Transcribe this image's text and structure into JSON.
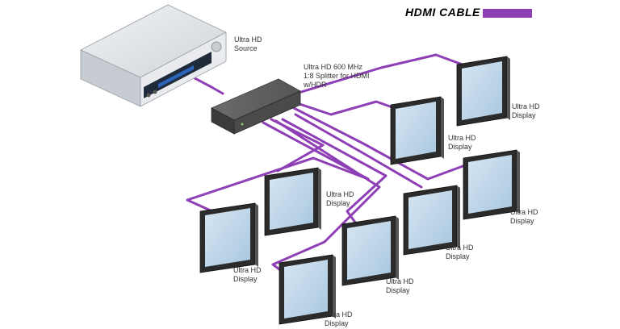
{
  "legend": {
    "title": "HDMI CABLE",
    "color": "#8e3fb5"
  },
  "source": {
    "label": "Ultra HD\nSource"
  },
  "splitter": {
    "label": "Ultra HD 600 MHz\n1:8 Splitter for HDMI\nw/HDR"
  },
  "displays": [
    {
      "label": "Ultra HD\nDisplay"
    },
    {
      "label": "Ultra HD\nDisplay"
    },
    {
      "label": "Ultra HD\nDisplay"
    },
    {
      "label": "Ultra HD\nDisplay"
    },
    {
      "label": "Ultra HD\nDisplay"
    },
    {
      "label": "Ultra HD\nDisplay"
    },
    {
      "label": "Ultra HD\nDisplay"
    },
    {
      "label": "Ultra HD\nDisplay"
    }
  ],
  "colors": {
    "cable": "#8e3fb5",
    "screen": "#bcd6ea",
    "bezel": "#2b2b2b",
    "splitter": "#4a4a4a",
    "source_body": "#dfe2e6"
  }
}
